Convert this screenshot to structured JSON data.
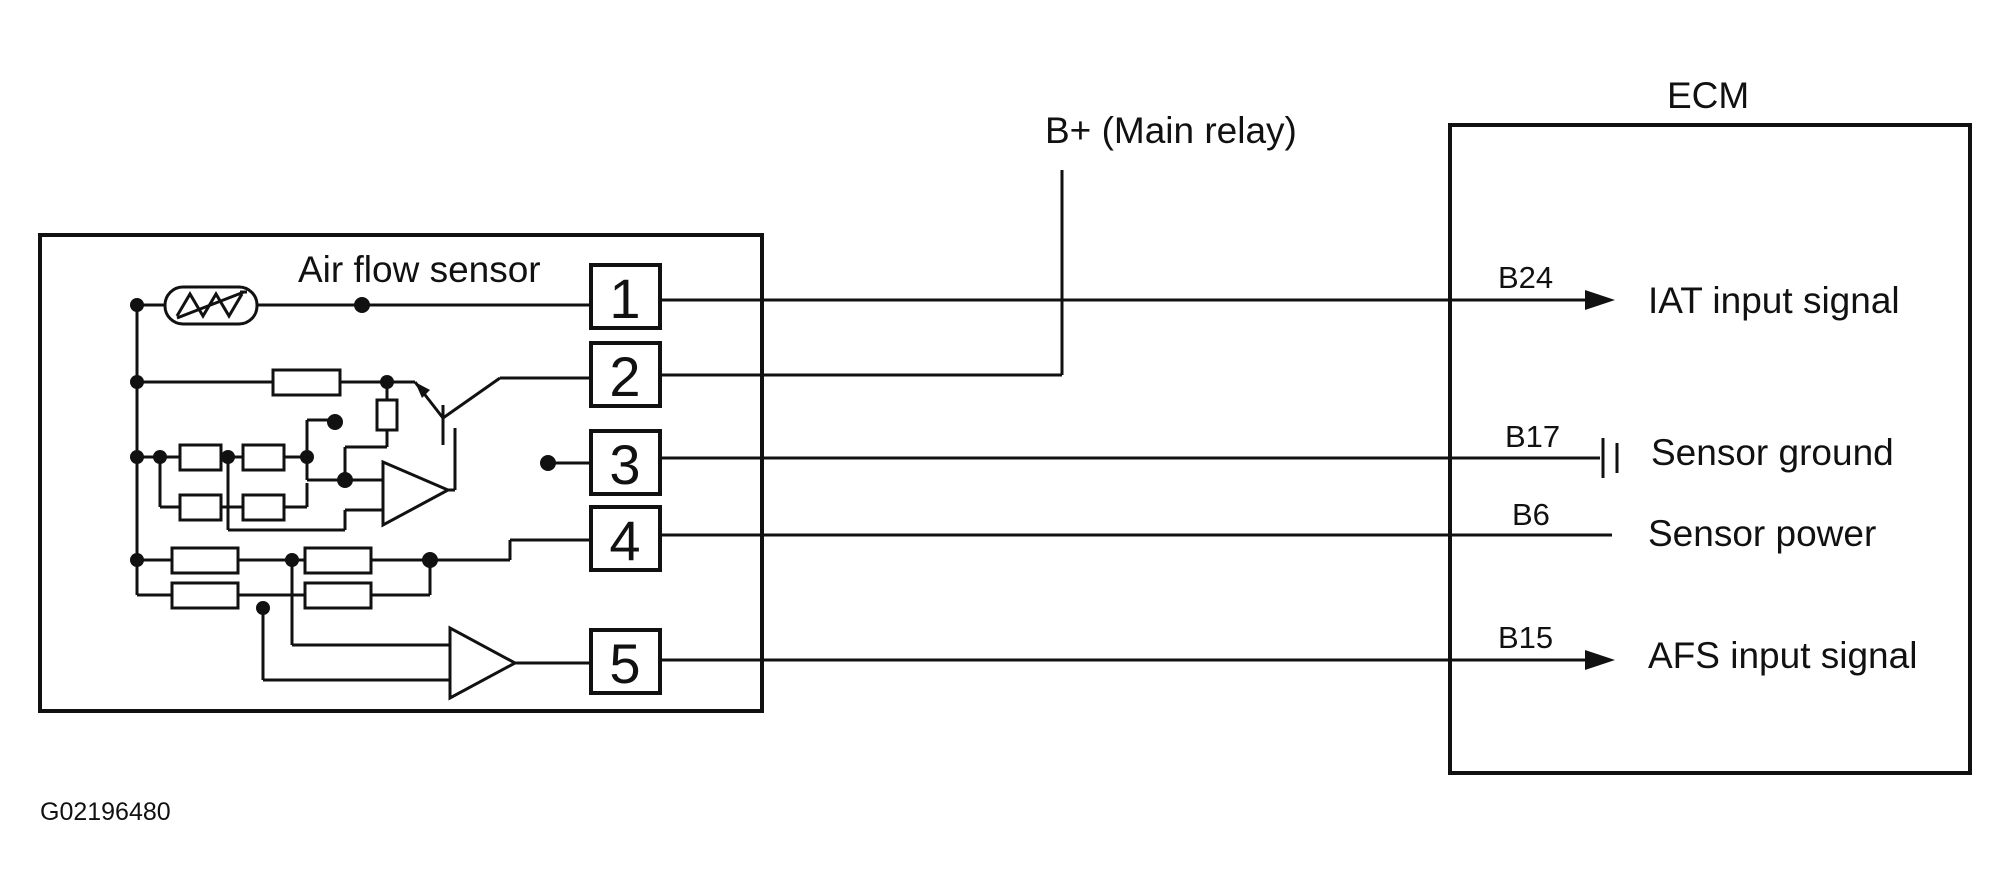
{
  "sensor": {
    "label": "Air flow sensor",
    "pins": [
      "1",
      "2",
      "3",
      "4",
      "5"
    ]
  },
  "relay": {
    "label": "B+ (Main relay)"
  },
  "ecm": {
    "label": "ECM",
    "terminals": [
      {
        "code": "B24",
        "signal": "IAT input signal"
      },
      {
        "code": "B17",
        "signal": "Sensor ground"
      },
      {
        "code": "B6",
        "signal": "Sensor power"
      },
      {
        "code": "B15",
        "signal": "AFS input signal"
      }
    ]
  },
  "figure_id": "G02196480"
}
